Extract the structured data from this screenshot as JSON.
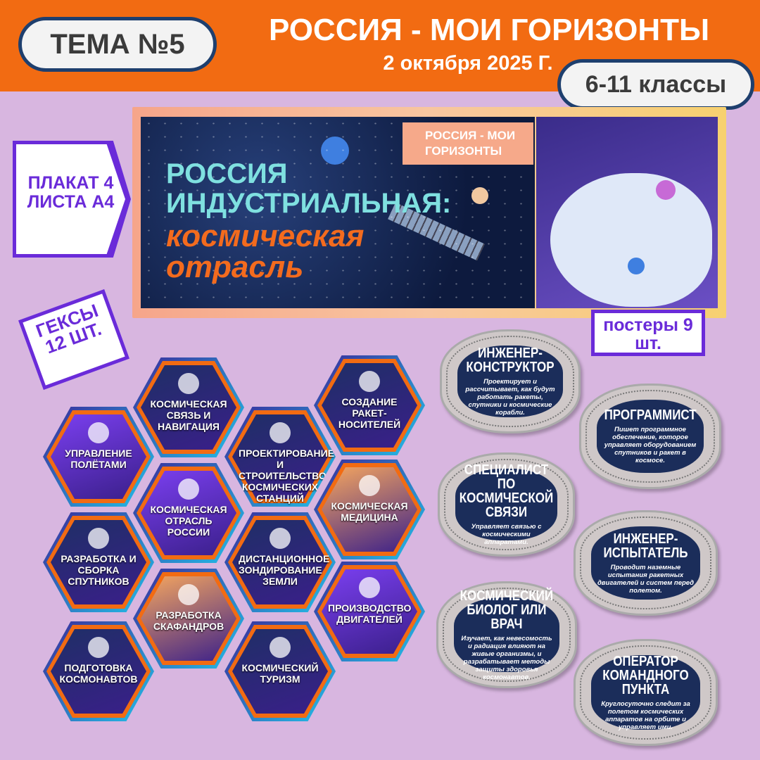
{
  "header": {
    "theme": "ТЕМА №5",
    "title": "РОССИЯ - МОИ ГОРИЗОНТЫ",
    "date": "2 октября 2025 Г.",
    "grades": "6-11 классы"
  },
  "colors": {
    "header": "#f26b12",
    "background": "#d8b6e0",
    "label": "#6a2bd9",
    "pill_border": "#1e3f6e"
  },
  "banner": {
    "tag": "РОССИЯ - МОИ ГОРИЗОНТЫ",
    "heading": "РОССИЯ ИНДУСТРИАЛЬНАЯ:",
    "subheading": "космическая отрасль"
  },
  "labels": {
    "poster": "ПЛАКАТ 4 ЛИСТА А4",
    "hexes": "ГЕКСЫ 12 ШТ.",
    "posters": "постеры 9 шт."
  },
  "hexes": [
    {
      "label": "КОСМИЧЕСКАЯ СВЯЗЬ И НАВИГАЦИЯ",
      "fill": "#1f2f66"
    },
    {
      "label": "СОЗДАНИЕ РАКЕТ-НОСИТЕЛЕЙ",
      "fill": "#1f2f66"
    },
    {
      "label": "УПРАВЛЕНИЕ ПОЛЁТАМИ",
      "fill": "#7b3ff0"
    },
    {
      "label": "ПРОЕКТИРОВАНИЕ И СТРОИТЕЛЬСТВО КОСМИЧЕСКИХ СТАНЦИЙ",
      "fill": "#1f2f66"
    },
    {
      "label": "КОСМИЧЕСКАЯ ОТРАСЛЬ РОССИИ",
      "fill": "#7b3ff0"
    },
    {
      "label": "КОСМИЧЕСКАЯ МЕДИЦИНА",
      "fill": "#f7a75e"
    },
    {
      "label": "РАЗРАБОТКА И СБОРКА СПУТНИКОВ",
      "fill": "#1f2f66"
    },
    {
      "label": "ДИСТАНЦИОННОЕ ЗОНДИРОВАНИЕ ЗЕМЛИ",
      "fill": "#1f2f66"
    },
    {
      "label": "РАЗРАБОТКА СКАФАНДРОВ",
      "fill": "#f7a75e"
    },
    {
      "label": "ПРОИЗВОДСТВО ДВИГАТЕЛЕЙ",
      "fill": "#7b3ff0"
    },
    {
      "label": "ПОДГОТОВКА КОСМОНАВТОВ",
      "fill": "#1f2f66"
    },
    {
      "label": "КОСМИЧЕСКИЙ ТУРИЗМ",
      "fill": "#1f2f66"
    }
  ],
  "posters": [
    {
      "title": "ИНЖЕНЕР-КОНСТРУКТОР",
      "desc": "Проектирует и рассчитывает, как будут работать ракеты, спутники и космические корабли."
    },
    {
      "title": "ПРОГРАММИСТ",
      "desc": "Пишет программное обеспечение, которое управляет оборудованием спутников и ракет в космосе."
    },
    {
      "title": "СПЕЦИАЛИСТ ПО КОСМИЧЕСКОЙ СВЯЗИ",
      "desc": "Управляет связью с космическими аппаратами."
    },
    {
      "title": "ИНЖЕНЕР-ИСПЫТАТЕЛЬ",
      "desc": "Проводит наземные испытания ракетных двигателей и систем перед полетом."
    },
    {
      "title": "КОСМИЧЕСКИЙ БИОЛОГ ИЛИ ВРАЧ",
      "desc": "Изучает, как невесомость и радиация влияют на живые организмы, и разрабатывает методы защиты здоровья космонавтов."
    },
    {
      "title": "ОПЕРАТОР КОМАНДНОГО ПУНКТА",
      "desc": "Круглосуточно следит за полетом космических аппаратов на орбите и управляет ими."
    }
  ]
}
